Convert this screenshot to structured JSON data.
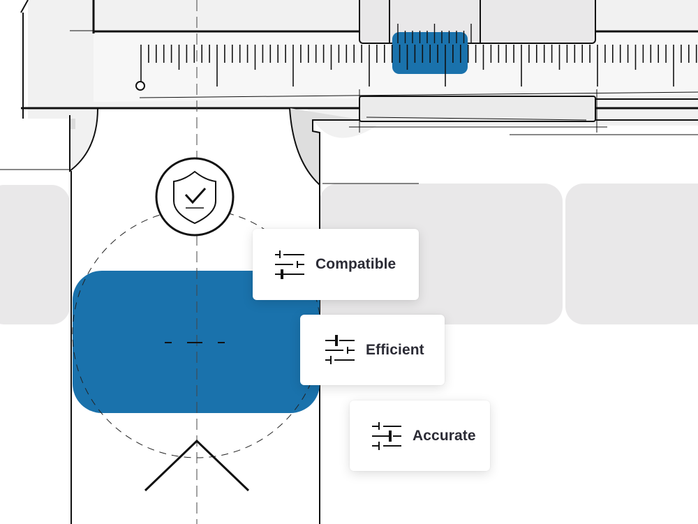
{
  "theme": {
    "accent": "#1a72ac",
    "panel": "#e9e8e9",
    "ink": "#111111",
    "label": "#2b2b35"
  },
  "features": [
    {
      "label": "Compatible",
      "icon": "sliders-icon"
    },
    {
      "label": "Efficient",
      "icon": "sliders-icon"
    },
    {
      "label": "Accurate",
      "icon": "sliders-icon"
    }
  ],
  "badge": {
    "icon": "shield-check-icon"
  }
}
